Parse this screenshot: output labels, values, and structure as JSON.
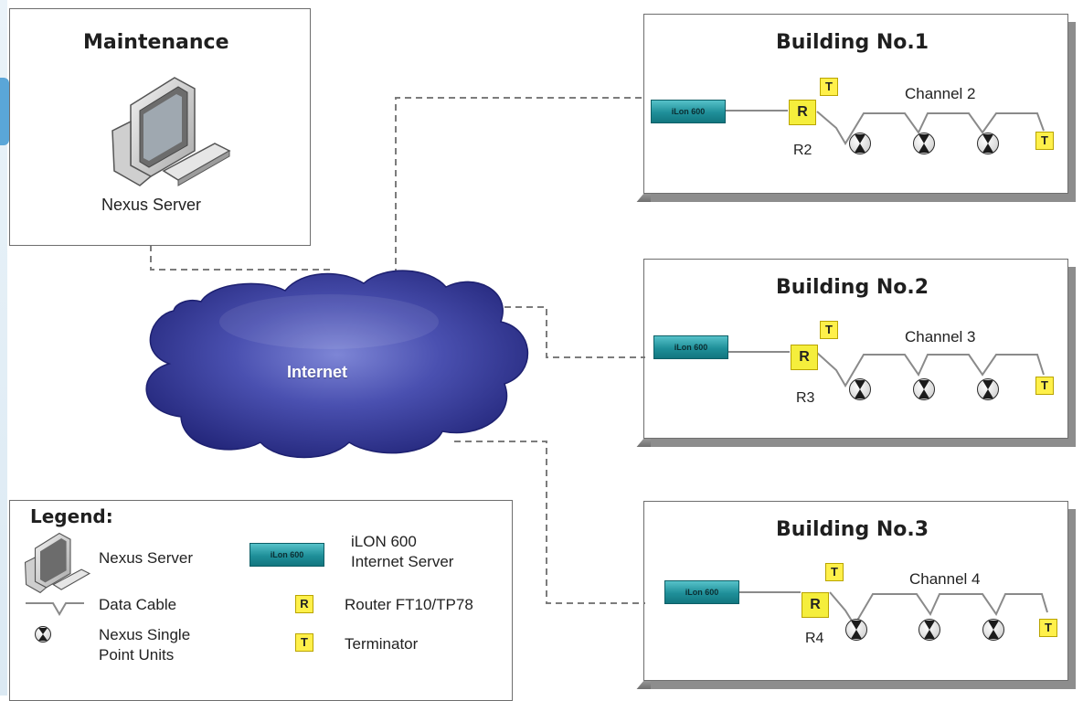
{
  "maintenance": {
    "title": "Maintenance",
    "server_label": "Nexus Server",
    "icon": "computer-icon"
  },
  "internet": {
    "label": "Internet"
  },
  "buildings": [
    {
      "title": "Building No.1",
      "channel": "Channel 2",
      "router": "R2",
      "ilon": "iLon 600",
      "router_glyph": "R",
      "terminator_glyph": "T"
    },
    {
      "title": "Building No.2",
      "channel": "Channel 3",
      "router": "R3",
      "ilon": "iLon 600",
      "router_glyph": "R",
      "terminator_glyph": "T"
    },
    {
      "title": "Building No.3",
      "channel": "Channel 4",
      "router": "R4",
      "ilon": "iLon 600",
      "router_glyph": "R",
      "terminator_glyph": "T"
    }
  ],
  "legend": {
    "title": "Legend:",
    "nexus_server": "Nexus Server",
    "data_cable": "Data Cable",
    "single_point_line1": "Nexus Single",
    "single_point_line2": "Point Units",
    "ilon_badge": "iLon 600",
    "ilon_line1": "iLON 600",
    "ilon_line2": "Internet Server",
    "router_glyph": "R",
    "router": "Router FT10/TP78",
    "terminator_glyph": "T",
    "terminator": "Terminator"
  },
  "colors": {
    "cloud": "#3b3f9c",
    "ilon": "#1f8f99",
    "router": "#f5ee3c",
    "terminator": "#fff04a",
    "accent_tab": "#5aa6d8"
  }
}
